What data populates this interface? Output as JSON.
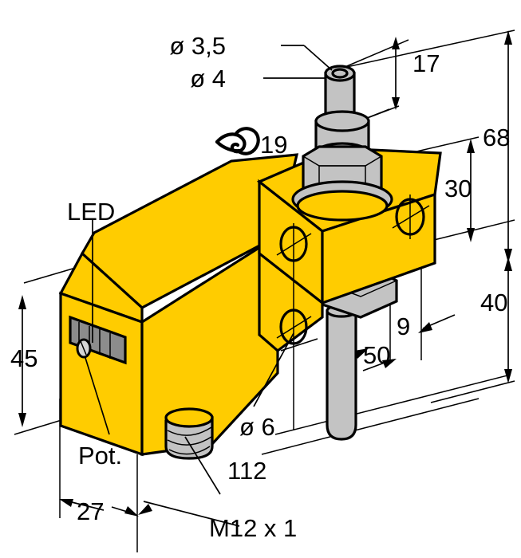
{
  "drawing": {
    "title": "Sensor dimensional drawing",
    "colors": {
      "body_yellow": "#FFCC00",
      "metal_grey": "#C3C3C3",
      "metal_grey_dark": "#A8A8A8",
      "led_grey": "#8C8C8C",
      "line_black": "#000000",
      "background": "#FFFFFF"
    },
    "labels": {
      "dia_3_5": "ø 3,5",
      "dia_4": "ø 4",
      "wrench_size": "19",
      "led": "LED",
      "pot": "Pot.",
      "dia_6": "ø 6",
      "thread_112": "112",
      "thread_m12": "M12 x 1"
    },
    "dimensions": {
      "height_17": "17",
      "height_68": "68",
      "height_30": "30",
      "height_45": "45",
      "height_40": "40",
      "width_9": "9",
      "length_50": "50",
      "width_27": "27"
    },
    "icons": {
      "wrench": "wrench-icon"
    }
  }
}
